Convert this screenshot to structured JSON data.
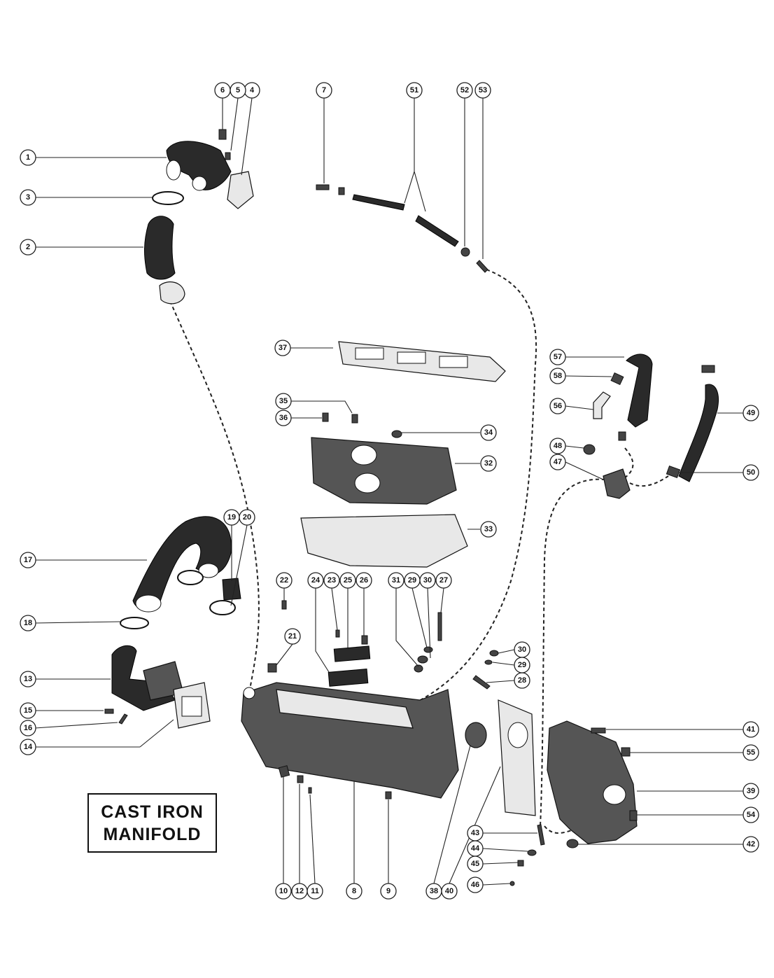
{
  "title": {
    "line1": "CAST IRON",
    "line2": "MANIFOLD"
  },
  "callouts": [
    "1",
    "2",
    "3",
    "4",
    "5",
    "6",
    "7",
    "8",
    "9",
    "10",
    "11",
    "12",
    "13",
    "14",
    "15",
    "16",
    "17",
    "18",
    "19",
    "20",
    "21",
    "22",
    "23",
    "24",
    "25",
    "26",
    "27",
    "28",
    "29",
    "30",
    "30",
    "29",
    "31",
    "32",
    "33",
    "34",
    "35",
    "36",
    "37",
    "38",
    "39",
    "40",
    "41",
    "42",
    "43",
    "44",
    "45",
    "46",
    "47",
    "48",
    "49",
    "50",
    "51",
    "52",
    "53",
    "54",
    "55",
    "56",
    "57",
    "58"
  ]
}
